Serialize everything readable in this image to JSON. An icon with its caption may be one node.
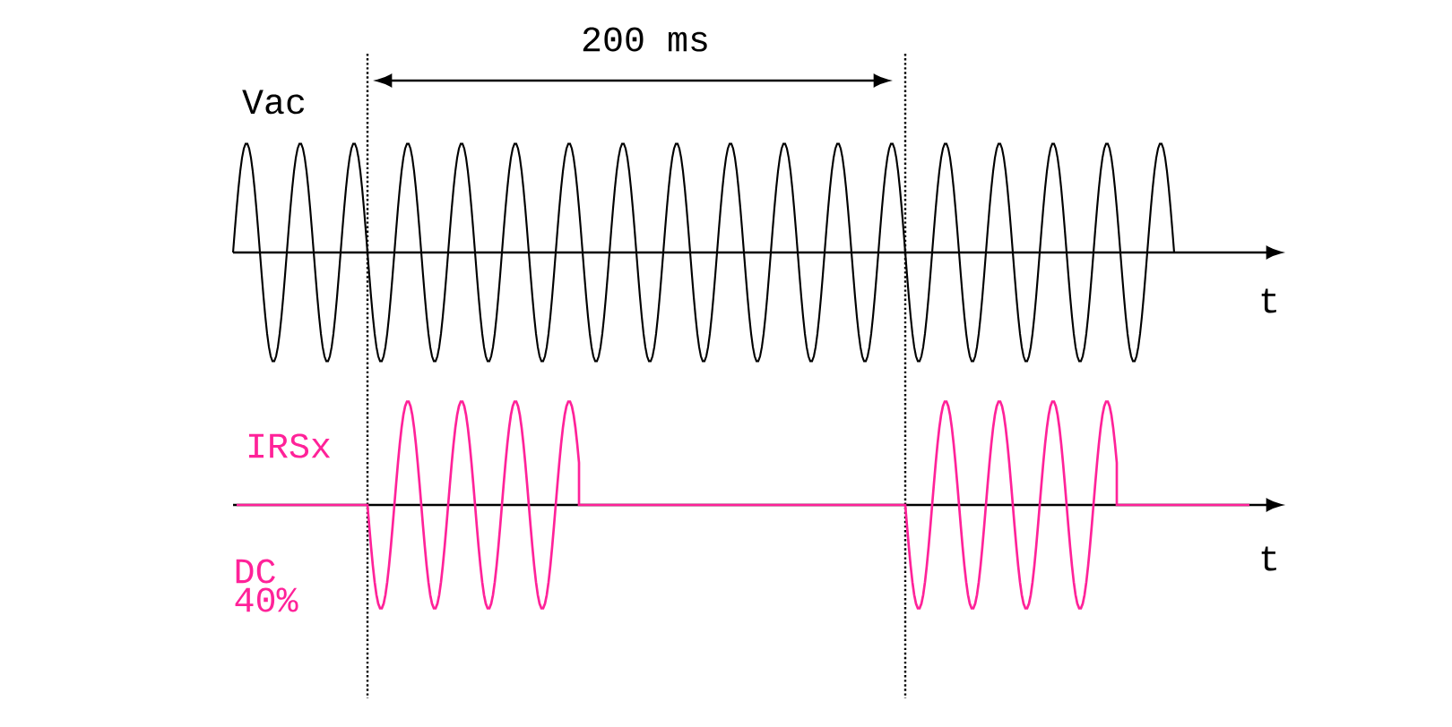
{
  "diagram": {
    "labels": [
      "200 ms",
      "Vac",
      "t",
      "IRSx",
      "t",
      "DC 40%"
    ]
  }
}
